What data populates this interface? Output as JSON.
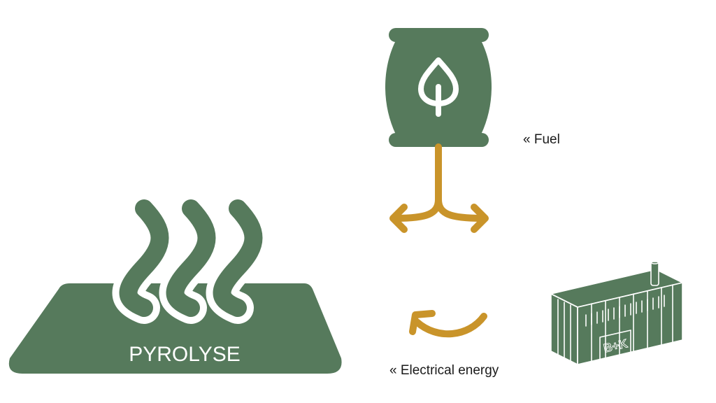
{
  "diagram": {
    "pyrolysis_label": "PYROLYSE",
    "fuel_label": "« Fuel",
    "energy_label": "« Electrical energy",
    "container_logo_text": "B+K"
  },
  "icons": {
    "pyrolysis": "pyrolysis-reactor-icon",
    "fuel": "biomass-fuel-barrel-icon",
    "leaf": "leaf-icon",
    "split_arrow": "split-arrow-icon",
    "return_arrow": "curved-arrow-icon",
    "container": "chp-container-icon"
  },
  "colors": {
    "green": "#567A5C",
    "gold": "#C9942A",
    "white": "#FFFFFF",
    "text": "#1A1A1A"
  }
}
